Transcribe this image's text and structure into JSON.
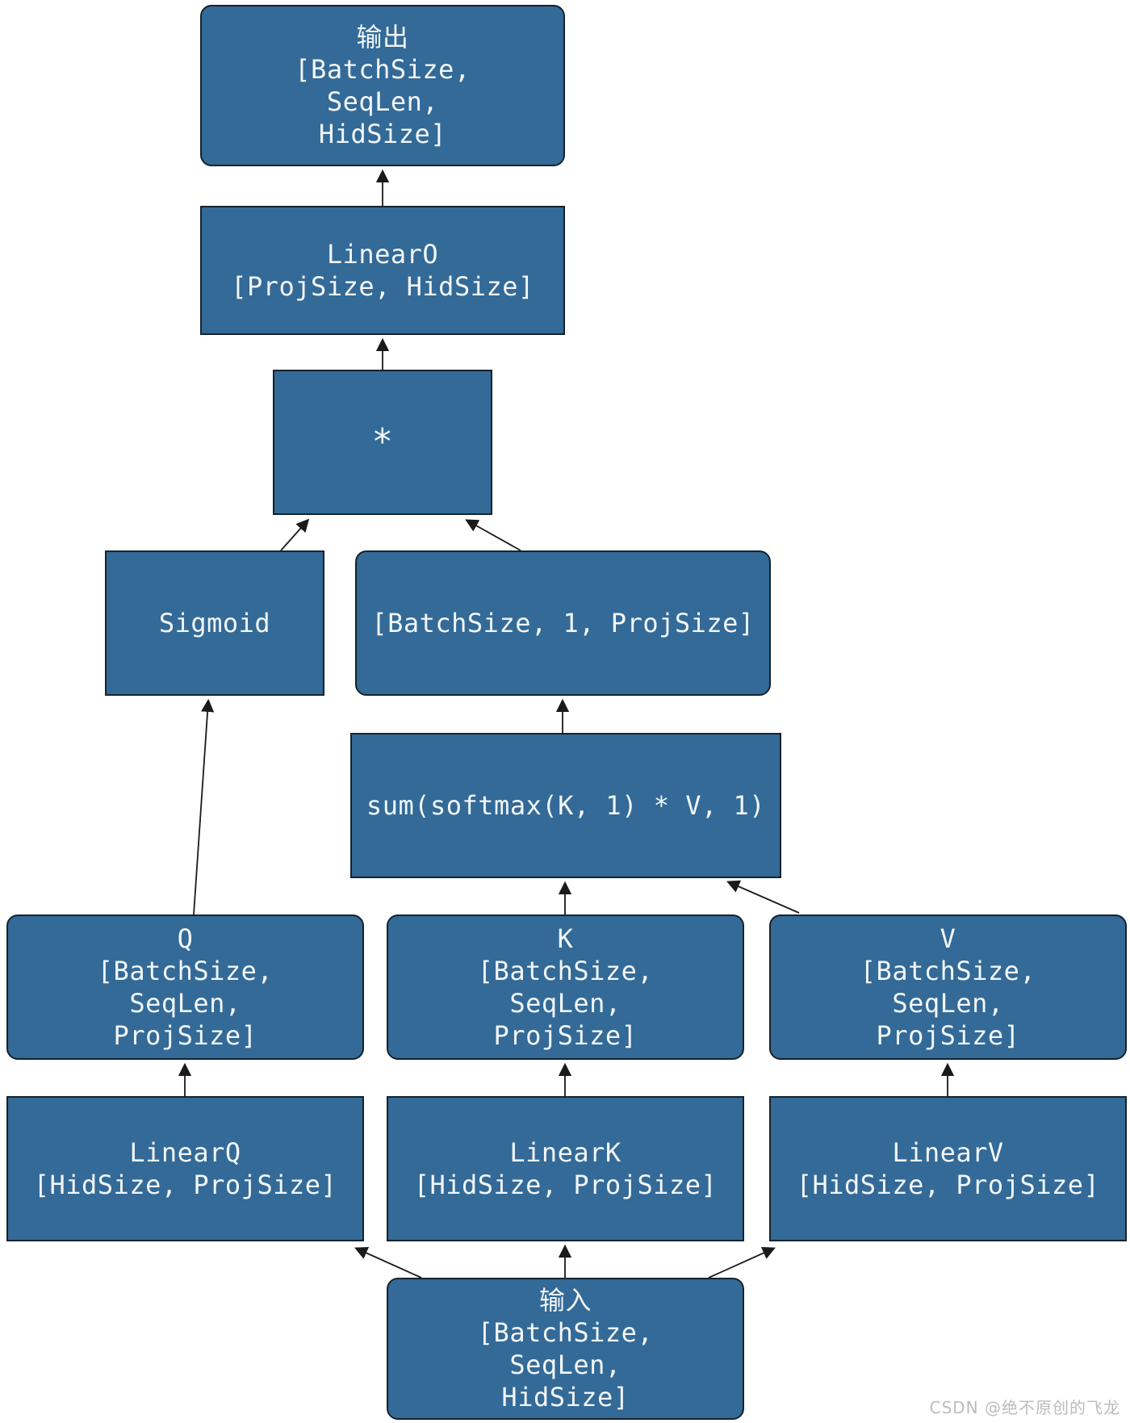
{
  "diagram": {
    "title_hint": "single-head AFT-style attention computation graph",
    "nodes": {
      "output": {
        "label": "输出\n[BatchSize,\nSeqLen,\nHidSize]"
      },
      "linear_o": {
        "label": "LinearO\n[ProjSize, HidSize]"
      },
      "multiply": {
        "label": "*"
      },
      "sigmoid": {
        "label": "Sigmoid"
      },
      "pooled_shape": {
        "label": "[BatchSize, 1, ProjSize]"
      },
      "sum_softmax": {
        "label": "sum(softmax(K, 1) * V, 1)"
      },
      "q": {
        "label": "Q\n[BatchSize,\nSeqLen,\nProjSize]"
      },
      "k": {
        "label": "K\n[BatchSize,\nSeqLen,\nProjSize]"
      },
      "v": {
        "label": "V\n[BatchSize,\nSeqLen,\nProjSize]"
      },
      "linear_q": {
        "label": "LinearQ\n[HidSize, ProjSize]"
      },
      "linear_k": {
        "label": "LinearK\n[HidSize, ProjSize]"
      },
      "linear_v": {
        "label": "LinearV\n[HidSize, ProjSize]"
      },
      "input": {
        "label": "输入\n[BatchSize,\nSeqLen,\nHidSize]"
      }
    },
    "edges": [
      {
        "from": "linear_o",
        "to": "output"
      },
      {
        "from": "multiply",
        "to": "linear_o"
      },
      {
        "from": "sigmoid",
        "to": "multiply"
      },
      {
        "from": "pooled_shape",
        "to": "multiply"
      },
      {
        "from": "q",
        "to": "sigmoid"
      },
      {
        "from": "sum_softmax",
        "to": "pooled_shape"
      },
      {
        "from": "k",
        "to": "sum_softmax"
      },
      {
        "from": "v",
        "to": "sum_softmax"
      },
      {
        "from": "linear_q",
        "to": "q"
      },
      {
        "from": "linear_k",
        "to": "k"
      },
      {
        "from": "linear_v",
        "to": "v"
      },
      {
        "from": "input",
        "to": "linear_q"
      },
      {
        "from": "input",
        "to": "linear_k"
      },
      {
        "from": "input",
        "to": "linear_v"
      }
    ]
  },
  "watermark": {
    "text": "CSDN @绝不原创的飞龙"
  },
  "colors": {
    "node_fill": "#336a97",
    "node_border": "#16222e",
    "node_text": "#f2f6f9",
    "edge": "#1a1a1a",
    "background": "#ffffff",
    "watermark": "#bcbcbc"
  }
}
